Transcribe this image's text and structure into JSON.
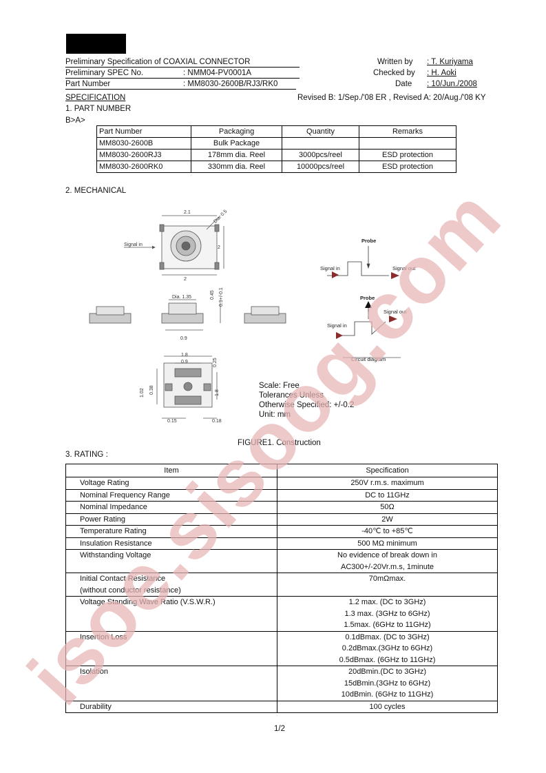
{
  "header": {
    "title": "Preliminary Specification of COAXIAL CONNECTOR",
    "spec_label": "Preliminary SPEC No.",
    "spec_value": ": NMM04-PV0001A",
    "part_label": "Part Number",
    "part_value": ": MM8030-2600B/RJ3/RK0",
    "written_label": "Written by",
    "written_value": ": T. Kuriyama",
    "checked_label": "Checked by",
    "checked_value": ": H. Aoki",
    "date_label": "Date",
    "date_value": ": 10/Jun./2008"
  },
  "spec_heading": "SPECIFICATION",
  "revision": "Revised B: 1/Sep./'08 ER , Revised A: 20/Aug./'08 KY",
  "section1": {
    "title": "1.    PART NUMBER",
    "sub": "B>A>",
    "headers": [
      "Part Number",
      "Packaging",
      "Quantity",
      "Remarks"
    ],
    "rows": [
      [
        "MM8030-2600B",
        "Bulk Package",
        "",
        ""
      ],
      [
        "MM8030-2600RJ3",
        "178mm dia. Reel",
        "3000pcs/reel",
        "ESD protection"
      ],
      [
        "MM8030-2600RK0",
        "330mm dia. Reel",
        "10000pcs/reel",
        "ESD protection"
      ]
    ]
  },
  "section2": {
    "title": "2.    MECHANICAL",
    "dims": {
      "top_width": "2.1",
      "dia": "Dia. 0.5",
      "height": "2",
      "bottom_width": "2",
      "signal_in": "Signal in",
      "dia135": "Dia. 1.35",
      "h045": "0.45",
      "h09": "0.9+/-0.1",
      "w09": "0.9",
      "pad_18": "1.8",
      "pad_09": "0.9",
      "pad_025": "0.25",
      "pad_102": "1.02",
      "pad_038": "0.38",
      "pad_r18": "1.8",
      "pad_015": "0.15",
      "pad_018": "0.18"
    },
    "circuit": {
      "probe1": "Probe",
      "signal_in1": "Signal in",
      "signal_out1": "Signal out",
      "probe2": "Probe",
      "signal_in2": "Signal in",
      "signal_out2": "Signal out",
      "caption": "Circuit diagram"
    },
    "notes": [
      "Scale: Free",
      "Tolerances Unless",
      "Otherwise Specified: +/-0.2",
      "Unit: mm"
    ],
    "figure_caption": "FIGURE1. Construction"
  },
  "section3": {
    "title": "3.    RATING :",
    "headers": [
      "Item",
      "Specification"
    ],
    "rows": [
      {
        "item": [
          "Voltage Rating"
        ],
        "spec": [
          "250V r.m.s. maximum"
        ]
      },
      {
        "item": [
          "Nominal Frequency Range"
        ],
        "spec": [
          "DC to 11GHz"
        ]
      },
      {
        "item": [
          "Nominal Impedance"
        ],
        "spec": [
          "50Ω"
        ]
      },
      {
        "item": [
          "Power Rating"
        ],
        "spec": [
          "2W"
        ]
      },
      {
        "item": [
          "Temperature Rating"
        ],
        "spec": [
          "-40℃ to +85℃"
        ]
      },
      {
        "item": [
          "Insulation Resistance"
        ],
        "spec": [
          "500 MΩ minimum"
        ]
      },
      {
        "item": [
          "Withstanding Voltage"
        ],
        "spec": [
          "No evidence of break down in",
          "AC300+/-20Vr.m.s, 1minute"
        ]
      },
      {
        "item": [
          "Initial Contact Resistance",
          "(without conductor resistance)"
        ],
        "spec": [
          "70mΩmax."
        ]
      },
      {
        "item": [
          "Voltage Standing Wave Ratio (V.S.W.R.)"
        ],
        "spec": [
          "1.2 max. (DC to 3GHz)",
          "1.3 max. (3GHz to 6GHz)",
          "1.5max. (6GHz to 11GHz)"
        ]
      },
      {
        "item": [
          "Insertion Loss"
        ],
        "spec": [
          "0.1dBmax. (DC to 3GHz)",
          "0.2dBmax.(3GHz to 6GHz)",
          "0.5dBmax. (6GHz to 11GHz)"
        ]
      },
      {
        "item": [
          "Isolation"
        ],
        "spec": [
          "20dBmin.(DC to 3GHz)",
          "15dBmin.(3GHz to 6GHz)",
          "10dBmin. (6GHz to 11GHz)"
        ]
      },
      {
        "item": [
          "Durability"
        ],
        "spec": [
          "100 cycles"
        ]
      }
    ]
  },
  "page_number": "1/2",
  "watermark": "isoe.sisoog.com",
  "colors": {
    "watermark": "#e8b4b4",
    "arrow": "#8b2b2b"
  }
}
